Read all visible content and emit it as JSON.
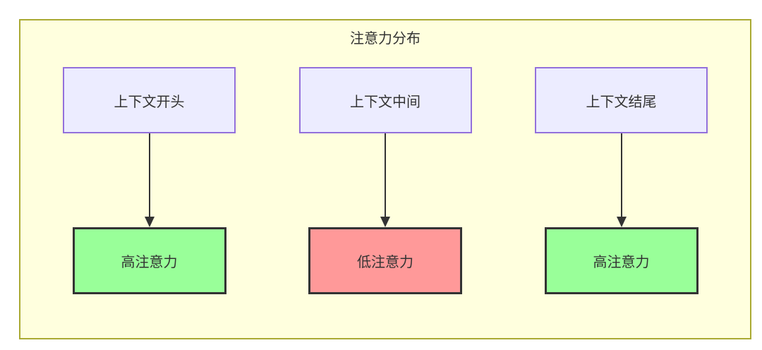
{
  "colors": {
    "page_bg": "#ffffff",
    "subgraph_fill": "#ffffde",
    "subgraph_border": "#aaaa33",
    "context_fill": "#ececff",
    "context_border": "#9370db",
    "high_fill": "#99ff99",
    "low_fill": "#ff9999",
    "status_border": "#333333",
    "arrow": "#333333",
    "text": "#333333"
  },
  "diagram": {
    "title": "注意力分布",
    "columns": [
      {
        "top": {
          "label": "上下文开头"
        },
        "bottom": {
          "label": "高注意力",
          "level": "high"
        }
      },
      {
        "top": {
          "label": "上下文中间"
        },
        "bottom": {
          "label": "低注意力",
          "level": "low"
        }
      },
      {
        "top": {
          "label": "上下文结尾"
        },
        "bottom": {
          "label": "高注意力",
          "level": "high"
        }
      }
    ]
  }
}
